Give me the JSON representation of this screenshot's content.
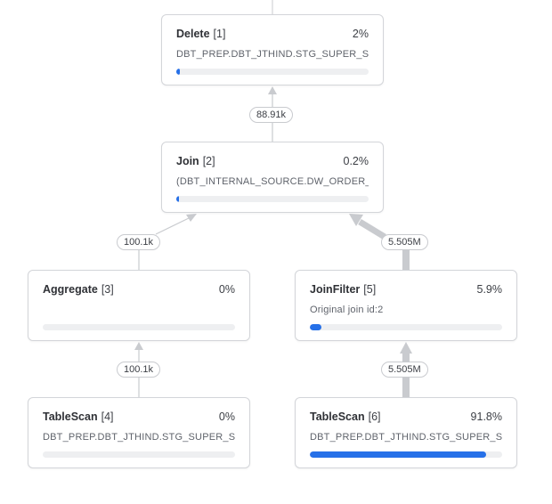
{
  "nodes": [
    {
      "name": "Delete",
      "id": "[1]",
      "percent": "2%",
      "subtitle": "DBT_PREP.DBT_JTHIND.STG_SUPER_S...",
      "fraction": 0.02
    },
    {
      "name": "Join",
      "id": "[2]",
      "percent": "0.2%",
      "subtitle": "(DBT_INTERNAL_SOURCE.DW_ORDER_...",
      "fraction": 0.002
    },
    {
      "name": "Aggregate",
      "id": "[3]",
      "percent": "0%",
      "subtitle": "",
      "fraction": 0
    },
    {
      "name": "JoinFilter",
      "id": "[5]",
      "percent": "5.9%",
      "subtitle": "Original join id:2",
      "fraction": 0.059
    },
    {
      "name": "TableScan",
      "id": "[4]",
      "percent": "0%",
      "subtitle": "DBT_PREP.DBT_JTHIND.STG_SUPER_S...",
      "fraction": 0
    },
    {
      "name": "TableScan",
      "id": "[6]",
      "percent": "91.8%",
      "subtitle": "DBT_PREP.DBT_JTHIND.STG_SUPER_S...",
      "fraction": 0.918
    }
  ],
  "edge_labels": [
    "88.91k",
    "100.1k",
    "5.505M",
    "100.1k",
    "5.505M"
  ],
  "colors": {
    "bar_fill": "#2670e8",
    "bar_track": "#eeeff1",
    "edge": "#c9cbcf"
  }
}
